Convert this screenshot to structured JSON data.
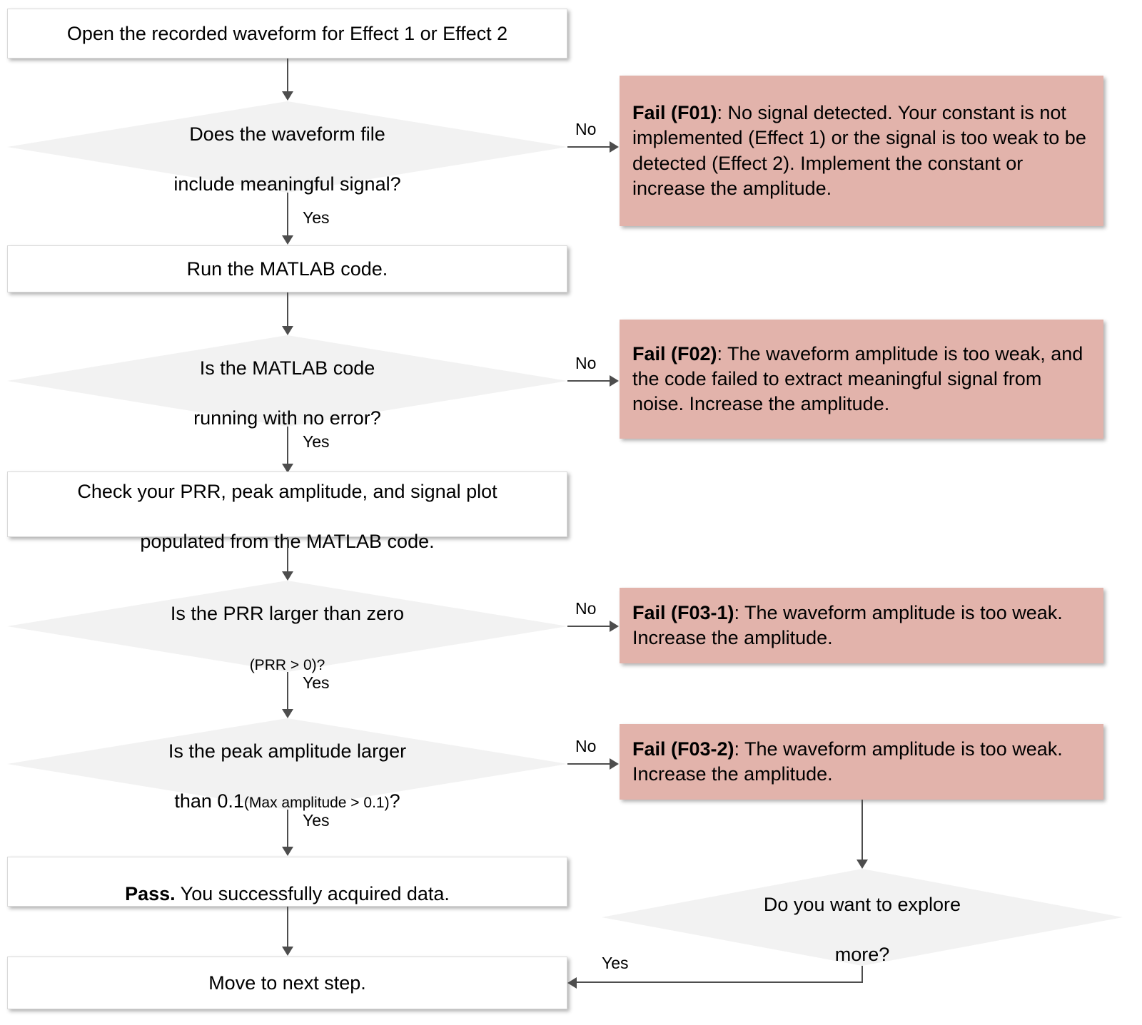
{
  "diagram": {
    "title": "Waveform data acquisition troubleshooting flowchart",
    "colors": {
      "process_fill": "#ffffff",
      "decision_fill": "#f2f2f2",
      "fail_fill": "#e2b3ab",
      "connector": "#4d4d4d",
      "text": "#000000"
    }
  },
  "nodes": {
    "start": {
      "type": "process",
      "label": "Open the recorded waveform for Effect 1 or Effect 2"
    },
    "d1": {
      "type": "decision",
      "line1": "Does the waveform file",
      "line2": "include meaningful signal?"
    },
    "run_matlab": {
      "type": "process",
      "label": "Run the MATLAB code."
    },
    "d2": {
      "type": "decision",
      "line1": "Is the MATLAB code",
      "line2": "running with no error?"
    },
    "check": {
      "type": "process",
      "line1": "Check your PRR, peak amplitude, and signal plot",
      "line2": "populated from the MATLAB code."
    },
    "d3": {
      "type": "decision",
      "line1": "Is the PRR  larger than zero",
      "line2_small": "(PRR > 0)?"
    },
    "d4": {
      "type": "decision",
      "line1": "Is the peak amplitude larger",
      "line2_prefix": "than 0.1",
      "line2_small": "(Max amplitude > 0.1)",
      "line2_suffix": "?"
    },
    "pass": {
      "type": "process",
      "bold": "Pass.",
      "rest": " You successfully acquired data."
    },
    "next_step": {
      "type": "process",
      "label": "Move to next step."
    },
    "d5": {
      "type": "decision",
      "line1": "Do you want to explore",
      "line2": "more?"
    }
  },
  "fails": {
    "f01": {
      "bold": "Fail (F01)",
      "rest": ": No signal detected. Your constant is not implemented (Effect 1) or the signal is too weak to be detected (Effect 2). Implement the constant or increase the amplitude."
    },
    "f02": {
      "bold": "Fail (F02)",
      "rest": ": The waveform amplitude is too weak, and the code failed to extract meaningful signal from noise. Increase the amplitude."
    },
    "f03_1": {
      "bold": "Fail (F03-1)",
      "rest": ": The waveform amplitude is too weak. Increase the amplitude."
    },
    "f03_2": {
      "bold": "Fail (F03-2)",
      "rest": ": The waveform amplitude is too weak. Increase the amplitude."
    }
  },
  "edges": {
    "no_1": "No",
    "yes_1": "Yes",
    "no_2": "No",
    "yes_2": "Yes",
    "no_3": "No",
    "yes_3": "Yes",
    "no_4": "No",
    "yes_4": "Yes",
    "yes_5": "Yes"
  }
}
